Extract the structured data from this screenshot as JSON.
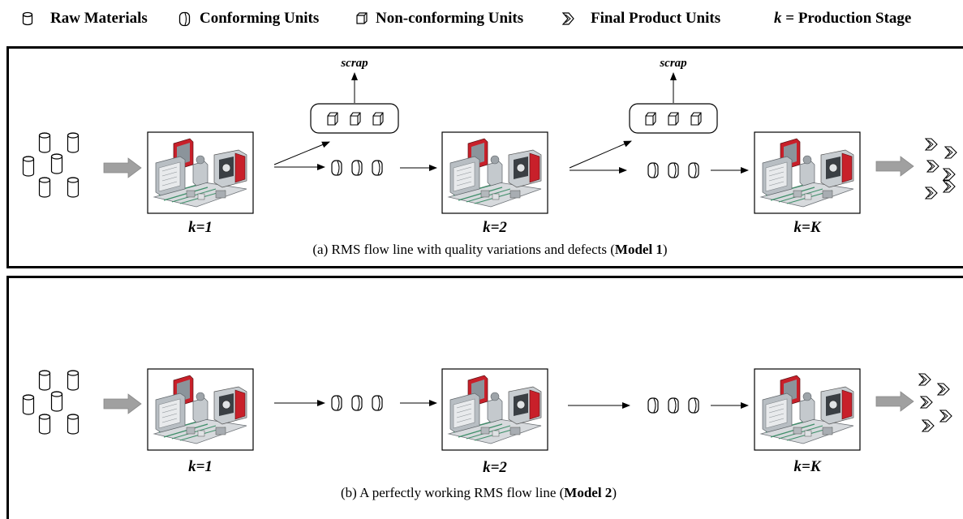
{
  "legend": {
    "raw_materials": "Raw Materials",
    "conforming_units": "Conforming Units",
    "non_conforming_units": "Non-conforming Units",
    "final_product_units": "Final Product Units",
    "stage_var": "k",
    "stage_rest": " = Production Stage"
  },
  "panel_a": {
    "stages": [
      "k=1",
      "k=2",
      "k=K"
    ],
    "scrap": "scrap",
    "caption_pre": "(a) RMS flow line with quality variations and defects (",
    "caption_bold": "Model 1",
    "caption_post": ")"
  },
  "panel_b": {
    "stages": [
      "k=1",
      "k=2",
      "k=K"
    ],
    "caption_pre": "(b) A perfectly working RMS flow line (",
    "caption_bold": "Model 2",
    "caption_post": ")"
  },
  "colors": {
    "machine_red": "#c8202a",
    "machine_gray": "#9aa0a6",
    "arrow_gray": "#999999"
  }
}
